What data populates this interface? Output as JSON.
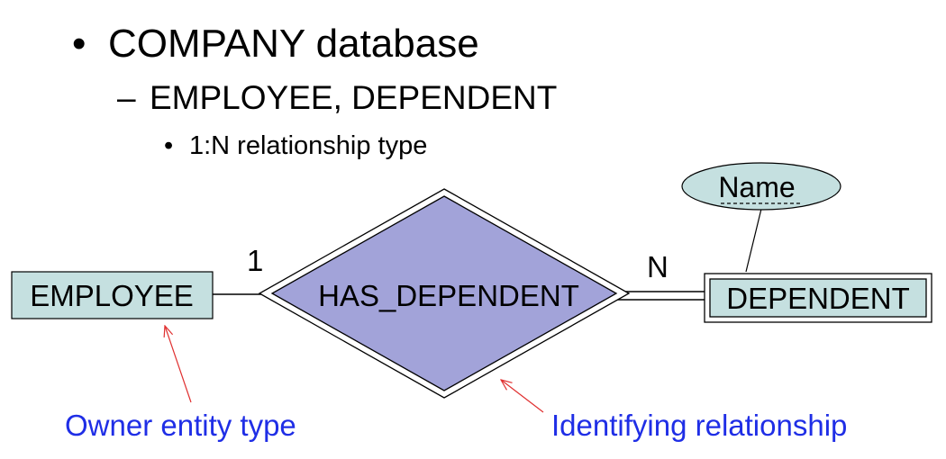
{
  "slide": {
    "bullets": [
      {
        "level": 1,
        "marker": "•",
        "text": "COMPANY database"
      },
      {
        "level": 2,
        "marker": "–",
        "text": "EMPLOYEE, DEPENDENT"
      },
      {
        "level": 3,
        "marker": "•",
        "text": "1:N relationship type"
      }
    ]
  },
  "diagram": {
    "owner_entity": "EMPLOYEE",
    "weak_entity": "DEPENDENT",
    "relationship": "HAS_DEPENDENT",
    "attribute": "Name",
    "cardinality_owner": "1",
    "cardinality_weak": "N",
    "annotation_owner": "Owner entity type",
    "annotation_relationship": "Identifying relationship"
  },
  "colors": {
    "entity_fill": "#c5e0e0",
    "relationship_fill": "#a2a3d9",
    "attribute_fill": "#c5e0e0",
    "annotation_text": "#1f2ee6",
    "arrow": "#e03030",
    "outline": "#000000"
  }
}
